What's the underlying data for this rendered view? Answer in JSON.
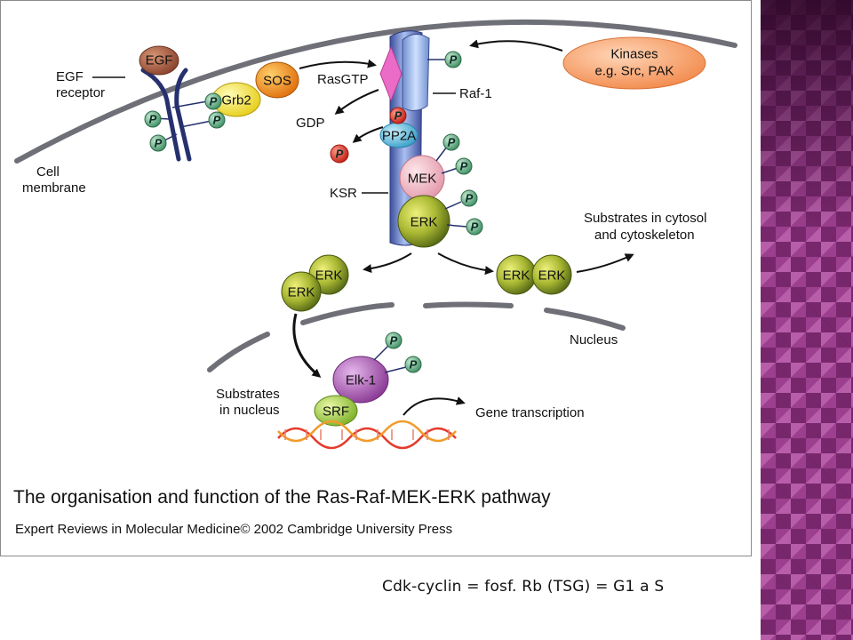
{
  "figure": {
    "title": "The organisation and function of the Ras-Raf-MEK-ERK pathway",
    "credit": "Expert Reviews in Molecular Medicine© 2002 Cambridge University Press",
    "labels": {
      "egf": "EGF",
      "egf_receptor_line1": "EGF",
      "egf_receptor_line2": "receptor",
      "cell_membrane_line1": "Cell",
      "cell_membrane_line2": "membrane",
      "sos": "SOS",
      "grb2": "Grb2",
      "rasgtp": "RasGTP",
      "gdp": "GDP",
      "raf1": "Raf-1",
      "kinases_line1": "Kinases",
      "kinases_line2": "e.g. Src, PAK",
      "pp2a": "PP2A",
      "mek": "MEK",
      "ksr": "KSR",
      "erk": "ERK",
      "substrates_cytosol_line1": "Substrates in cytosol",
      "substrates_cytosol_line2": "and cytoskeleton",
      "nucleus": "Nucleus",
      "elk1": "Elk-1",
      "srf": "SRF",
      "substrates_nucleus_line1": "Substrates",
      "substrates_nucleus_line2": "in nucleus",
      "gene_transcription": "Gene transcription",
      "phospho": "P"
    },
    "colors": {
      "egf": "#a0573f",
      "sos": "#f08a1c",
      "grb2": "#f3e23a",
      "kinases": "#f7a36c",
      "raf_rasgtp": "#e866c2",
      "ksr_column": "#6a7fc1",
      "pp2a": "#4fb5d8",
      "mek": "#f4b8c4",
      "erk": "#8fa92c",
      "elk1": "#a04da8",
      "srf": "#9ccf3a",
      "phospho": "#6fb58a",
      "phospho_red": "#e0342a",
      "receptor": "#26306e",
      "dna_red": "#e43b2c",
      "dna_orange": "#f29b2a"
    }
  },
  "footnote": "Cdk-cyclin = fosf. Rb (TSG) = G1 a S"
}
